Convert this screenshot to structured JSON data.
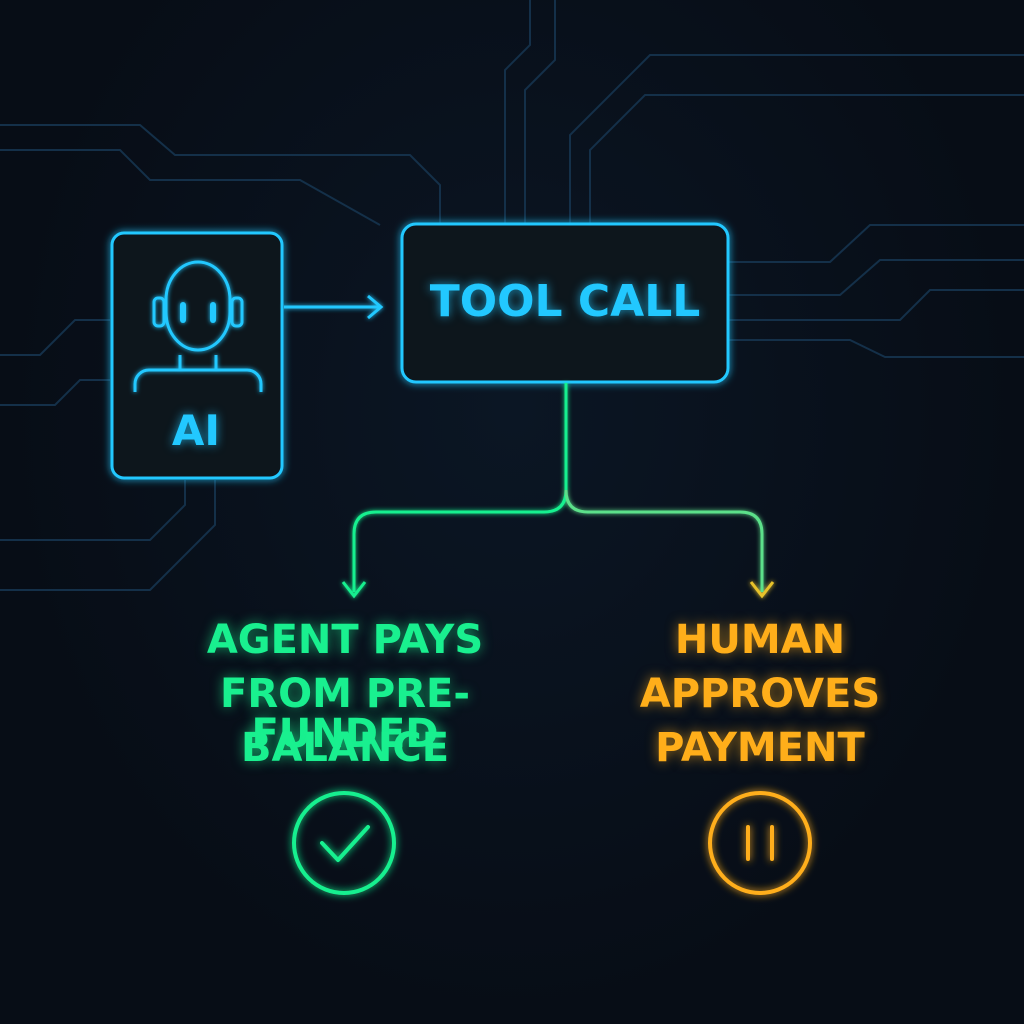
{
  "diagram": {
    "ai_node": {
      "label": "AI",
      "icon": "robot-head-icon"
    },
    "tool_node": {
      "label": "TOOL CALL"
    },
    "branches": [
      {
        "lines": [
          "AGENT PAYS",
          "FROM PRE-FUNDED",
          "BALANCE"
        ],
        "icon": "checkmark-circle-icon",
        "color": "#19f08f"
      },
      {
        "lines": [
          "HUMAN",
          "APPROVES",
          "PAYMENT"
        ],
        "icon": "pause-circle-icon",
        "color": "#ffae1a"
      }
    ]
  },
  "colors": {
    "background": "#070d16",
    "primary_node": "#22c8ff",
    "circuit_trace": "#143049"
  }
}
